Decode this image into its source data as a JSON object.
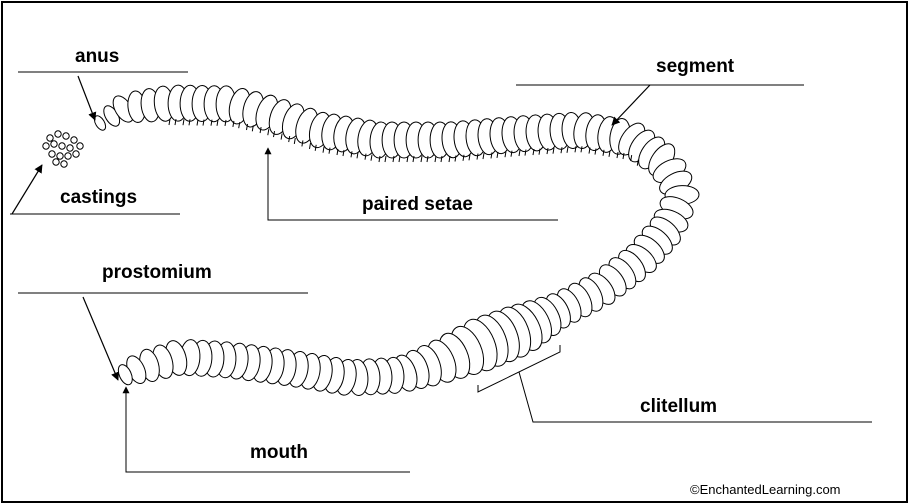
{
  "labels": {
    "anus": "anus",
    "castings": "castings",
    "segment": "segment",
    "paired_setae": "paired setae",
    "prostomium": "prostomium",
    "mouth": "mouth",
    "clitellum": "clitellum"
  },
  "credit": "©EnchantedLearning.com",
  "colors": {
    "line": "#000000",
    "background": "#ffffff",
    "segment_fill": "#ffffff"
  }
}
